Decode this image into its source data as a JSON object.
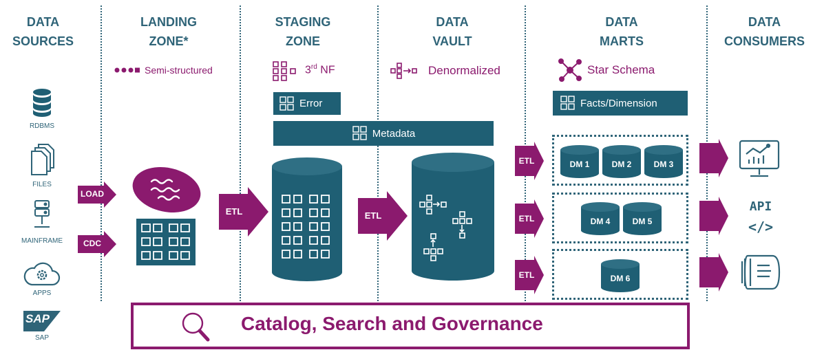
{
  "columns": {
    "sources": "DATA\nSOURCES",
    "landing": "LANDING\nZONE*",
    "staging": "STAGING\nZONE",
    "vault": "DATA\nVAULT",
    "marts": "DATA\nMARTS",
    "consumers": "DATA\nCONSUMERS"
  },
  "legends": {
    "landing": "Semi-structured",
    "staging_main": "3",
    "staging_sup": "rd",
    "staging_rest": " NF",
    "vault": "Denormalized",
    "marts": "Star Schema"
  },
  "bars": {
    "error": "Error",
    "metadata": "Metadata",
    "facts": "Facts/Dimension"
  },
  "sources": {
    "rdbms": "RDBMS",
    "files": "FILES",
    "mainframe": "MAINFRAME",
    "apps": "APPS",
    "sap": "SAP",
    "sap_logo_text": "SAP"
  },
  "arrows": {
    "load": "LOAD",
    "cdc": "CDC",
    "etl1": "ETL",
    "etl2": "ETL",
    "etl3": "ETL",
    "etl4": "ETL",
    "etl5": "ETL"
  },
  "marts": {
    "dm1": "DM 1",
    "dm2": "DM 2",
    "dm3": "DM 3",
    "dm4": "DM 4",
    "dm5": "DM 5",
    "dm6": "DM 6"
  },
  "consumers": {
    "api": "API",
    "code": "</>"
  },
  "governance": "Catalog, Search and Governance",
  "colors": {
    "teal": "#1f5f74",
    "purple": "#8b1a6e"
  }
}
